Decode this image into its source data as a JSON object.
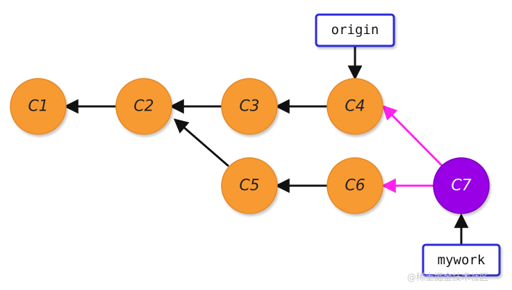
{
  "colors": {
    "commit": "#f89a33",
    "commit_stroke": "#e28826",
    "head_commit": "#9900e6",
    "head_stroke": "#7a00bb",
    "edge": "#111111",
    "highlight_edge": "#ff22ee",
    "ref_border": "#2b2bd9",
    "ref_fill": "#ffffff",
    "label_dark": "#222222",
    "label_light": "#ffffff"
  },
  "commits": [
    {
      "id": "c1",
      "label": "C1"
    },
    {
      "id": "c2",
      "label": "C2"
    },
    {
      "id": "c3",
      "label": "C3"
    },
    {
      "id": "c4",
      "label": "C4"
    },
    {
      "id": "c5",
      "label": "C5"
    },
    {
      "id": "c6",
      "label": "C6"
    },
    {
      "id": "c7",
      "label": "C7"
    }
  ],
  "refs": {
    "origin": {
      "label": "origin",
      "points_to": "C4"
    },
    "mywork": {
      "label": "mywork",
      "points_to": "C7"
    }
  },
  "edges": [
    {
      "from": "C2",
      "to": "C1",
      "style": "normal"
    },
    {
      "from": "C3",
      "to": "C2",
      "style": "normal"
    },
    {
      "from": "C4",
      "to": "C3",
      "style": "normal"
    },
    {
      "from": "C5",
      "to": "C2",
      "style": "normal"
    },
    {
      "from": "C6",
      "to": "C5",
      "style": "normal"
    },
    {
      "from": "C7",
      "to": "C4",
      "style": "highlight"
    },
    {
      "from": "C7",
      "to": "C6",
      "style": "highlight"
    }
  ],
  "watermark": "@稀土掘金技术社区"
}
